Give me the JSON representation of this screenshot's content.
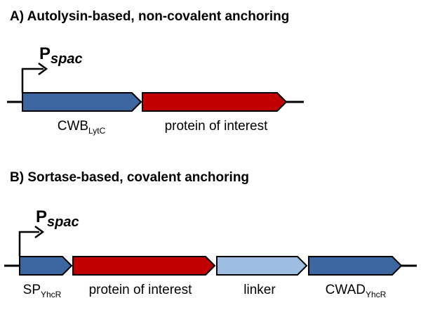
{
  "panel_a": {
    "title": "A) Autolysin-based, non-covalent anchoring",
    "promoter": {
      "main": "P",
      "sub": "spac"
    },
    "genes": [
      {
        "label_main": "CWB",
        "label_sub": "LytC",
        "color": "#3C66A0"
      },
      {
        "label_main": "protein of interest",
        "label_sub": "",
        "color": "#C00000"
      }
    ]
  },
  "panel_b": {
    "title": "B) Sortase-based, covalent anchoring",
    "promoter": {
      "main": "P",
      "sub": "spac"
    },
    "genes": [
      {
        "label_main": "SP",
        "label_sub": "YhcR",
        "color": "#3C66A0"
      },
      {
        "label_main": "protein of interest",
        "label_sub": "",
        "color": "#C00000"
      },
      {
        "label_main": "linker",
        "label_sub": "",
        "color": "#9DBDE3"
      },
      {
        "label_main": "CWAD",
        "label_sub": "YhcR",
        "color": "#3C66A0"
      }
    ]
  }
}
